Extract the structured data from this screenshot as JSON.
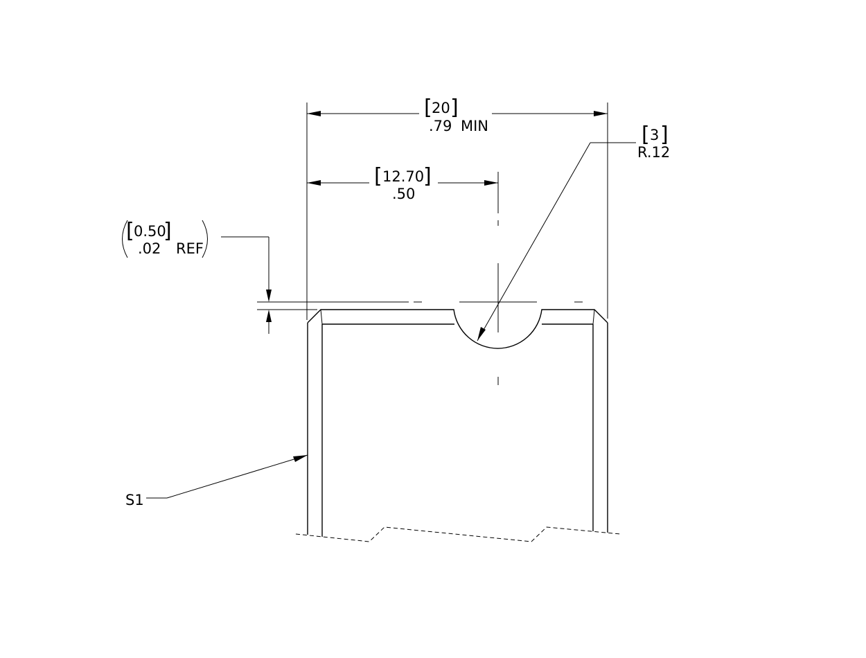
{
  "dimensions": {
    "overall_width": {
      "metric": "20",
      "inch": ".79",
      "qualifier": "MIN"
    },
    "notch_center": {
      "metric": "12.70",
      "inch": ".50"
    },
    "notch_radius": {
      "metric": "3",
      "inch": "R.12"
    },
    "chamfer": {
      "metric": "0.50",
      "inch": ".02",
      "qualifier": "REF"
    }
  },
  "labels": {
    "surface": "S1"
  },
  "colors": {
    "line": "#000000",
    "background": "#ffffff"
  }
}
